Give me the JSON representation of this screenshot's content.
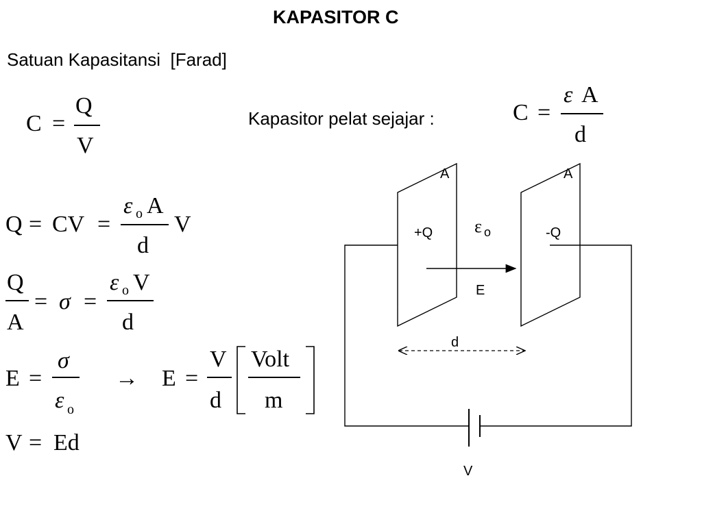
{
  "slide": {
    "title": "KAPASITOR C",
    "subtitle": "Satuan Kapasitansi  [Farad]",
    "parallel_label": "Kapasitor pelat sejajar :"
  },
  "symbols": {
    "C": "C",
    "Q": "Q",
    "V": "V",
    "A": "A",
    "d": "d",
    "E": "E",
    "eq": "=",
    "CV": "CV",
    "Ed": "Ed",
    "eps": "ε",
    "sub_o": "o",
    "sigma": "σ",
    "arrow": "→",
    "volt": "Volt",
    "m": "m"
  },
  "diagram": {
    "plate_left_label": "A",
    "plate_right_label": "A",
    "charge_pos": "+Q",
    "charge_neg": "-Q",
    "eps_char": "ε",
    "eps_sub": "o",
    "field_label": "E",
    "distance_label": "d",
    "voltage_label": "V"
  }
}
